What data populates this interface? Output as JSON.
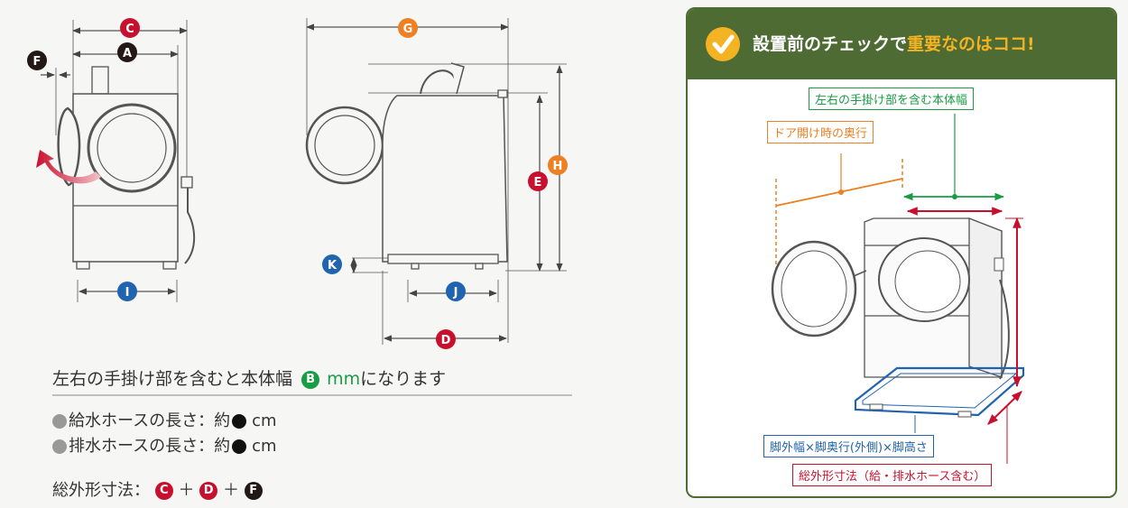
{
  "labels": {
    "A": "A",
    "B": "B",
    "C": "C",
    "D": "D",
    "E": "E",
    "F": "F",
    "G": "G",
    "H": "H",
    "I": "I",
    "J": "J",
    "K": "K"
  },
  "colors": {
    "red": "#c8102e",
    "orange": "#ee7f22",
    "blue": "#2064b0",
    "black": "#231815",
    "green": "#1a9c45",
    "panel_green": "#4e6b34",
    "panel_yellow": "#f3b322"
  },
  "captions": {
    "line1_prefix": "左右の手掛け部を含むと本体幅",
    "line1_unit": "mm",
    "line1_suffix": "になります",
    "supply_hose_label": "給水ホースの長さ：約",
    "drain_hose_label": "排水ホースの長さ：約",
    "hose_unit": "cm",
    "total_label": "総外形寸法：",
    "plus": "＋"
  },
  "panel": {
    "title_prefix": "設置前のチェックで",
    "title_highlight": "重要なのはココ!",
    "width_label": "左右の手掛け部を含む本体幅",
    "door_label": "ドア開け時の奥行",
    "leg_label": "脚外幅×脚奥行(外側)×脚高さ",
    "total_label": "総外形寸法（給・排水ホース含む）"
  }
}
